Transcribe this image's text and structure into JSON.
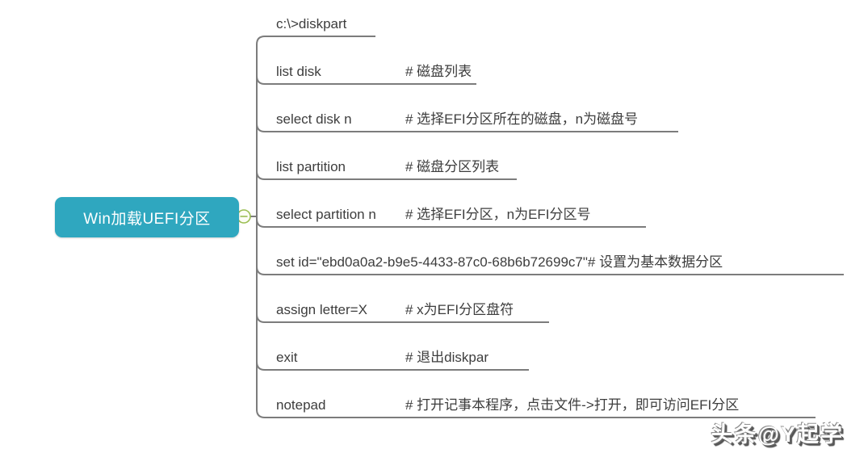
{
  "root": {
    "label": "Win加载UEFI分区",
    "fill": "#2FA7BF",
    "text_color": "#ffffff"
  },
  "connector": {
    "collapse_icon": "minus-circle-icon",
    "state": "expanded"
  },
  "branches": [
    {
      "command": "c:\\>diskpart",
      "comment": ""
    },
    {
      "command": "list disk",
      "comment": "# 磁盘列表"
    },
    {
      "command": "select disk n",
      "comment": "# 选择EFI分区所在的磁盘，n为磁盘号"
    },
    {
      "command": "list partition",
      "comment": "# 磁盘分区列表"
    },
    {
      "command": "select partition n",
      "comment": "# 选择EFI分区，n为EFI分区号"
    },
    {
      "command": "set id=\"ebd0a0a2-b9e5-4433-87c0-68b6b72699c7\"",
      "comment": "# 设置为基本数据分区"
    },
    {
      "command": "assign letter=X",
      "comment": "# x为EFI分区盘符"
    },
    {
      "command": "exit",
      "comment": "# 退出diskpar"
    },
    {
      "command": "notepad",
      "comment": "# 打开记事本程序，点击文件->打开，即可访问EFI分区"
    }
  ],
  "watermark": {
    "text": "头条@Y起学"
  },
  "colors": {
    "line": "#7c7c7c",
    "circle": "#9BBE52",
    "circle_fill": "#FCFDF5",
    "branch_text": "#3d3d3d",
    "background": "#ffffff"
  }
}
